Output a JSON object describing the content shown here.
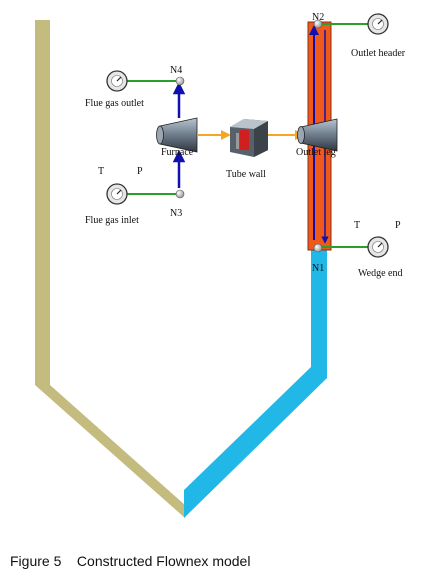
{
  "labels": {
    "n1": "N1",
    "n2": "N2",
    "n3": "N3",
    "n4": "N4",
    "outlet_header": "Outlet header",
    "flue_gas_outlet": "Flue gas outlet",
    "furnace": "Furnace",
    "tube_wall": "Tube wall",
    "outlet_leg": "Outlet leg",
    "t_left": "T",
    "p_left": "P",
    "flue_gas_inlet": "Flue gas inlet",
    "t_right": "T",
    "p_right": "P",
    "wedge_end": "Wedge end"
  },
  "caption": {
    "figure": "Figure 5",
    "title": "Constructed Flownex model"
  },
  "colors": {
    "left_wall": "#c4bb7e",
    "right_wall": "#21b8e8",
    "outlet_leg": "#ef5a1c",
    "flow_arrow": "#1010b0",
    "link_line": "#2aa02a",
    "orange_arrow": "#f5a623"
  },
  "icons": [
    "pressure-gauge-icon",
    "node-icon",
    "compressor-icon",
    "heat-exchanger-icon"
  ]
}
